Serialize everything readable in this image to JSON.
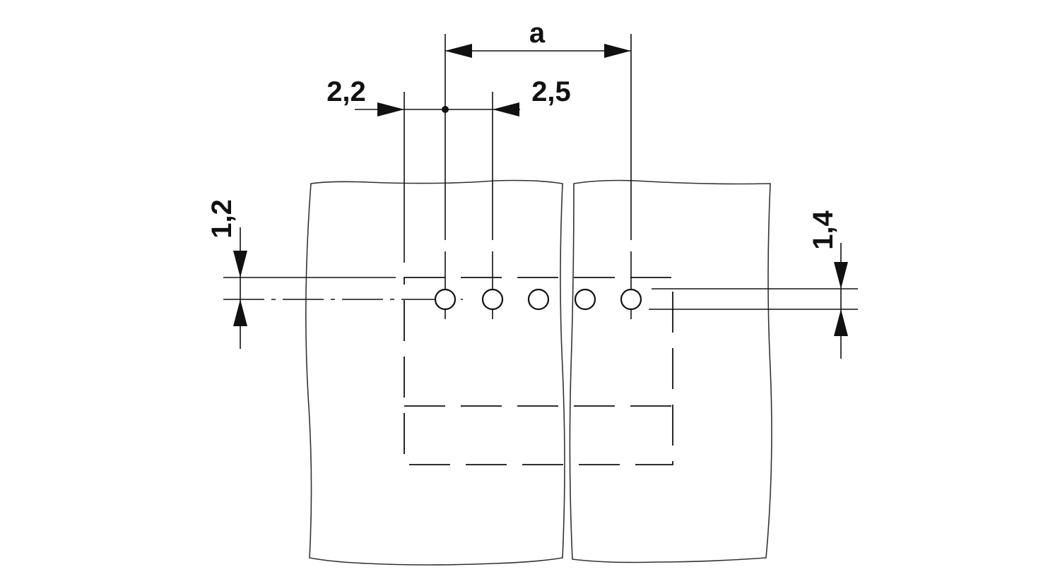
{
  "dimensions": {
    "pitch": "a",
    "left_offset": "2,2",
    "pitch_small": "2,5",
    "row_left": "1,2",
    "row_right": "1,4"
  },
  "holes": {
    "count": 5
  },
  "colors": {
    "line": "#111111",
    "outline": "#333333",
    "background": "#ffffff"
  }
}
